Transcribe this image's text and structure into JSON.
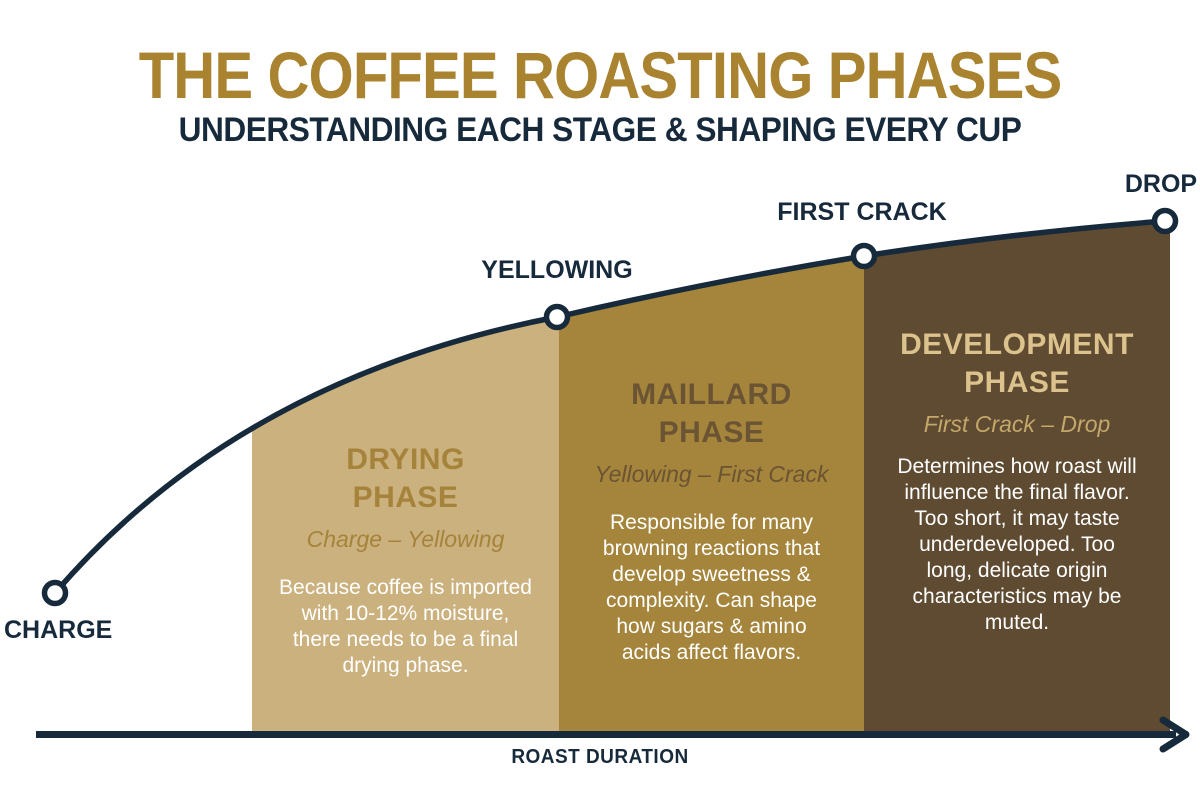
{
  "header": {
    "title": "THE COFFEE ROASTING PHASES",
    "subtitle": "UNDERSTANDING EACH STAGE & SHAPING EVERY CUP"
  },
  "chart": {
    "type": "phase-diagram",
    "description_of_visual": "roast temperature curve rising left-to-right over three stacked phase areas",
    "x_axis_label": "ROAST DURATION",
    "milestones": [
      {
        "label": "CHARGE"
      },
      {
        "label": "YELLOWING"
      },
      {
        "label": "FIRST CRACK"
      },
      {
        "label": "DROP"
      }
    ],
    "phases": [
      {
        "name": "DRYING PHASE",
        "name_lines": [
          "DRYING",
          "PHASE"
        ],
        "range": "Charge – Yellowing",
        "description": "Because coffee is imported with 10-12% moisture, there needs to be a final drying phase.",
        "color": "#CBB17E"
      },
      {
        "name": "MAILLARD PHASE",
        "name_lines": [
          "MAILLARD",
          "PHASE"
        ],
        "range": "Yellowing – First Crack",
        "description": "Responsible for many browning reactions that develop sweetness & complexity. Can shape how sugars & amino acids affect flavors.",
        "color": "#A5843B"
      },
      {
        "name": "DEVELOPMENT PHASE",
        "name_lines": [
          "DEVELOPMENT",
          "PHASE"
        ],
        "range": "First Crack – Drop",
        "description": "Determines how roast will influence the final flavor. Too short, it may taste underdeveloped. Too long, delicate origin characteristics may be muted.",
        "color": "#5E4B31"
      }
    ]
  },
  "colors": {
    "title_gold": "#A9832F",
    "navy": "#172A3C",
    "drying_area": "#CBB17E",
    "maillard_area": "#A5843B",
    "development_area": "#5E4B31",
    "drying_heading": "#A5833A",
    "maillard_heading": "#6B5433",
    "development_heading": "#DCC28C",
    "body_text": "#FFFFFF"
  }
}
